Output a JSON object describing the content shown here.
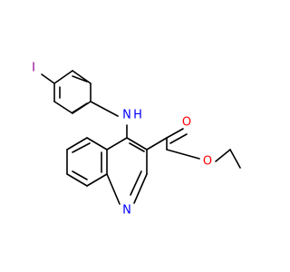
{
  "molecule": {
    "atoms": {
      "iodine": {
        "symbol": "I",
        "color": "#940094"
      },
      "amine_nitrogen": {
        "symbol": "N",
        "hydrogen": "H",
        "color": "#0000ff"
      },
      "carbonyl_oxygen": {
        "symbol": "O",
        "color": "#ff0000"
      },
      "ester_oxygen": {
        "symbol": "O",
        "color": "#ff0000"
      },
      "ring_nitrogen": {
        "symbol": "N",
        "color": "#0000ff"
      }
    },
    "bond_color": "#000000",
    "background": "#ffffff"
  }
}
